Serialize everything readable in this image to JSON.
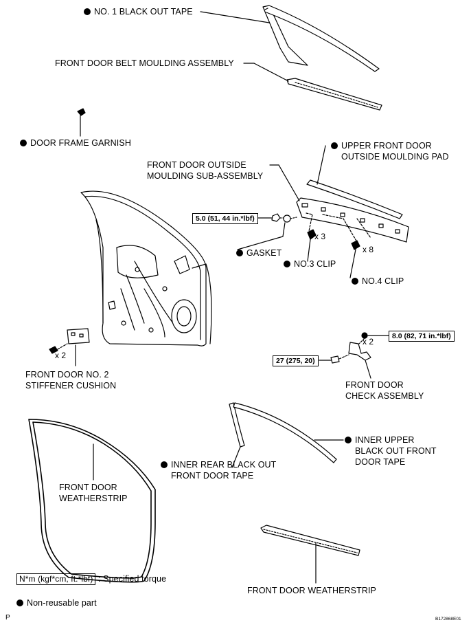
{
  "labels": {
    "black_out_tape": "NO. 1 BLACK OUT TAPE",
    "belt_moulding": "FRONT DOOR BELT MOULDING ASSEMBLY",
    "frame_garnish": "DOOR FRAME GARNISH",
    "upper_pad_1": "UPPER FRONT DOOR",
    "upper_pad_2": "OUTSIDE MOULDING PAD",
    "outside_moulding_1": "FRONT DOOR OUTSIDE",
    "outside_moulding_2": "MOULDING SUB-ASSEMBLY",
    "gasket": "GASKET",
    "no3_clip": "NO.3 CLIP",
    "no4_clip": "NO.4 CLIP",
    "stiffener_1": "FRONT DOOR NO. 2",
    "stiffener_2": "STIFFENER CUSHION",
    "check_1": "FRONT DOOR",
    "check_2": "CHECK ASSEMBLY",
    "weather_left_1": "FRONT DOOR",
    "weather_left_2": "WEATHERSTRIP",
    "inner_rear_1": "INNER REAR BLACK OUT",
    "inner_rear_2": "FRONT DOOR TAPE",
    "inner_upper_1": "INNER UPPER",
    "inner_upper_2": "BLACK OUT FRONT",
    "inner_upper_3": "DOOR TAPE",
    "weather_bottom": "FRONT DOOR WEATHERSTRIP"
  },
  "quantities": {
    "clip3": "x 3",
    "clip4": "x 8",
    "stiffener": "x 2",
    "check": "x 2"
  },
  "torques": {
    "moulding": "5.0 (51, 44 in.*lbf)",
    "check_upper": "8.0 (82, 71 in.*lbf)",
    "check_lower": "27 (275, 20)"
  },
  "legend": {
    "torque_box": "N*m (kgf*cm, ft.*lbf)",
    "torque_text": ": Specified torque",
    "nonreusable": "Non-reusable part"
  },
  "footer": {
    "left": "P",
    "right": "B172868E01"
  },
  "colors": {
    "ink": "#000000",
    "paper": "#ffffff",
    "part_fill": "#e6e6e6"
  }
}
